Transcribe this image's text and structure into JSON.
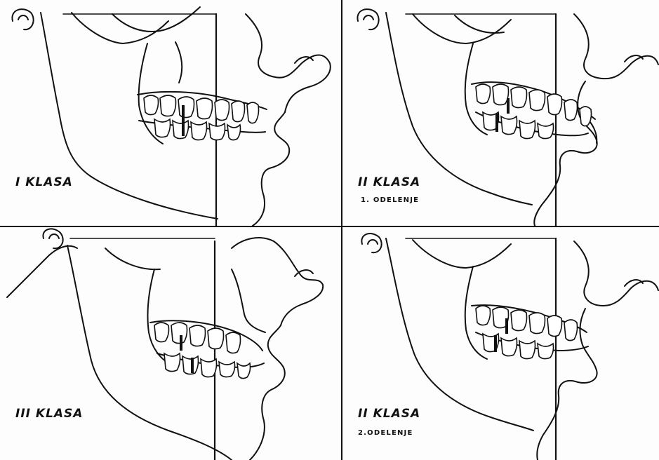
{
  "panels": [
    {
      "id": "class-1",
      "title": "I KLASA",
      "subtitle": ""
    },
    {
      "id": "class-2-div-1",
      "title": "II KLASA",
      "subtitle": "1. ODELENJE"
    },
    {
      "id": "class-3",
      "title": "III KLASA",
      "subtitle": ""
    },
    {
      "id": "class-2-div-2",
      "title": "II KLASA",
      "subtitle": "2.ODELENJE"
    }
  ],
  "colors": {
    "line": "#111111",
    "background": "#fdfdfd",
    "tooth_fill": "#ffffff",
    "molar_marker": "#111111"
  }
}
